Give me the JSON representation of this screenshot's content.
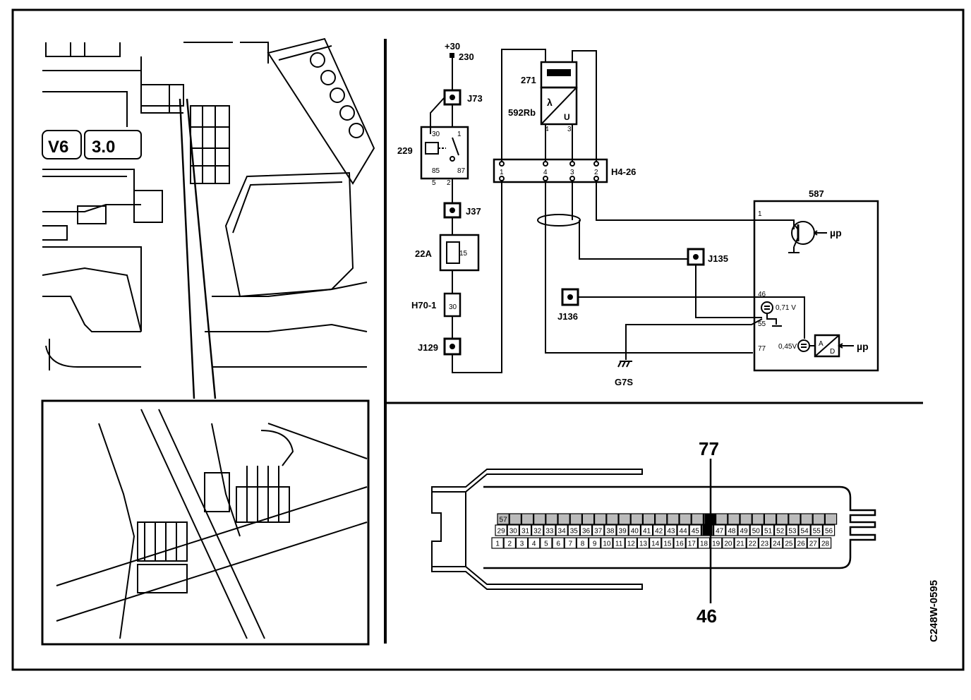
{
  "circuit": {
    "supply": {
      "voltage": "+30",
      "wire": "230"
    },
    "components": {
      "sensor": {
        "id": "271",
        "sub": "592Rb",
        "symbol_a": "λ",
        "symbol_b": "U",
        "pins": [
          "4",
          "3"
        ]
      },
      "relay": {
        "id": "229",
        "pins_top": [
          "30",
          "1"
        ],
        "pins_bottom": [
          "85",
          "87"
        ],
        "pins_small": [
          "5",
          "2"
        ]
      },
      "fuse": {
        "id": "22A",
        "rating": "15"
      },
      "fuse_holder": {
        "id": "H70-1",
        "rating": "30"
      },
      "connector": {
        "id": "H4-26",
        "pins": [
          "1",
          "4",
          "3",
          "2"
        ]
      },
      "ecu": {
        "id": "587",
        "pins": [
          "1",
          "46",
          "55",
          "77"
        ],
        "out_top": "µp",
        "out_bottom": "µp",
        "v1": "0,71 V",
        "v2": "0,45V"
      },
      "ground": {
        "id": "G7S"
      }
    },
    "junctions": [
      "J73",
      "J37",
      "J129",
      "J135",
      "J136"
    ]
  },
  "connector_block": {
    "label_top": "77",
    "label_bottom": "46",
    "row1": [
      "29",
      "30",
      "31",
      "32",
      "33",
      "34",
      "35",
      "36",
      "37",
      "38",
      "39",
      "40",
      "41",
      "42",
      "43",
      "44",
      "45",
      "46",
      "47",
      "48",
      "49",
      "50",
      "51",
      "52",
      "53",
      "54",
      "55",
      "56"
    ],
    "row2": [
      "1",
      "2",
      "3",
      "4",
      "5",
      "6",
      "7",
      "8",
      "9",
      "10",
      "11",
      "12",
      "13",
      "14",
      "15",
      "16",
      "17",
      "18",
      "19",
      "20",
      "21",
      "22",
      "23",
      "24",
      "25",
      "26",
      "27",
      "28"
    ],
    "row0_first": "57"
  },
  "figure_code": "C248W-0595"
}
